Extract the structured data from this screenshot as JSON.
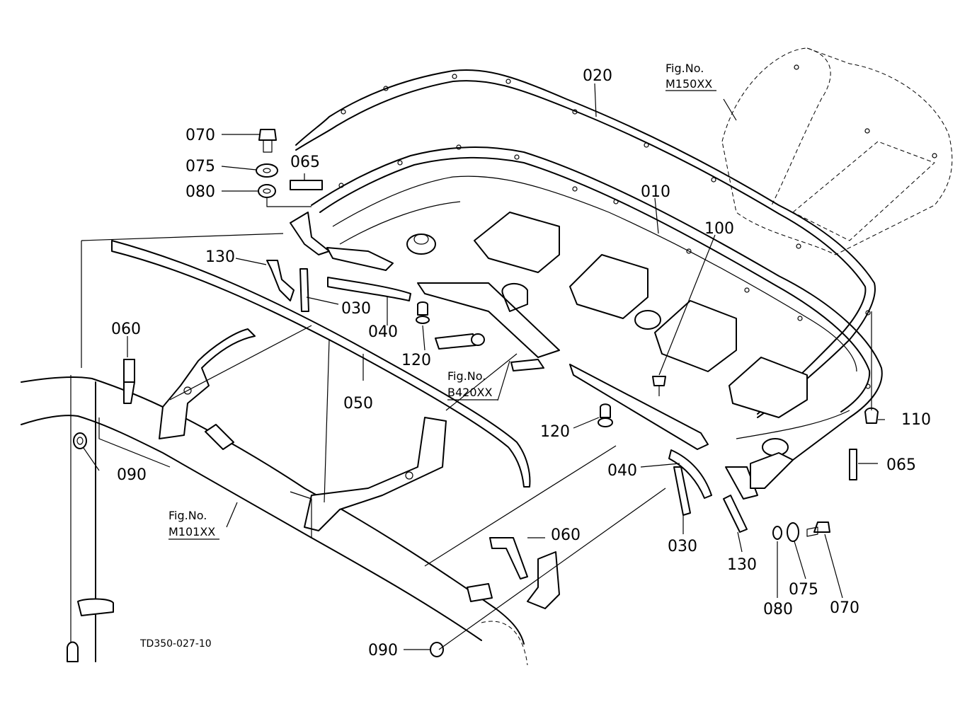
{
  "diagram": {
    "code": "TD350-027-10",
    "figure_refs": [
      {
        "line1": "Fig.No.",
        "line2": "M150XX"
      },
      {
        "line1": "Fig.No.",
        "line2": "B420XX"
      },
      {
        "line1": "Fig.No.",
        "line2": "M101XX"
      }
    ],
    "parts": [
      "020",
      "070",
      "075",
      "065",
      "080",
      "010",
      "100",
      "130",
      "030",
      "040",
      "060",
      "120",
      "050",
      "110",
      "090",
      "040",
      "065",
      "030",
      "060",
      "130",
      "080",
      "075",
      "070",
      "090",
      "120"
    ]
  }
}
